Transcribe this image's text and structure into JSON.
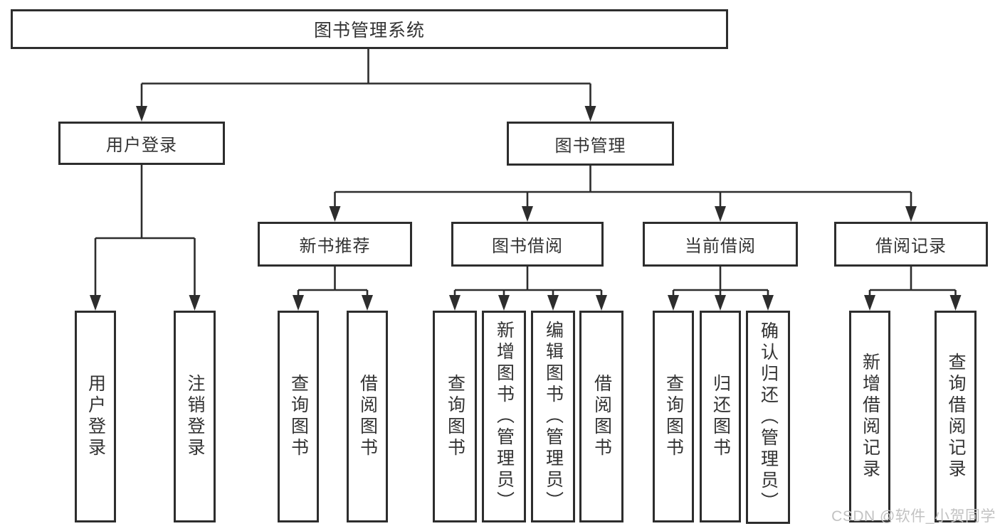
{
  "diagram": {
    "root": {
      "label": "图书管理系统"
    },
    "level2": [
      {
        "label": "用户登录"
      },
      {
        "label": "图书管理"
      }
    ],
    "level3": [
      {
        "label": "新书推荐"
      },
      {
        "label": "图书借阅"
      },
      {
        "label": "当前借阅"
      },
      {
        "label": "借阅记录"
      }
    ],
    "leaves": {
      "userLogin": [
        "用户登录",
        "注销登录"
      ],
      "newBook": [
        "查询图书",
        "借阅图书"
      ],
      "bookBorrow": [
        "查询图书",
        "新增图书（管理员）",
        "编辑图书（管理员）",
        "借阅图书"
      ],
      "currentBorrow": [
        "查询图书",
        "归还图书",
        "确认归还（管理员）"
      ],
      "borrowRecord": [
        "新增借阅记录",
        "查询借阅记录"
      ]
    }
  },
  "watermark": {
    "text": "CSDN @软件_小贺同学",
    "color": "#c2c2c2"
  },
  "colors": {
    "line": "#2d2d2d",
    "border": "#2d2d2d",
    "text": "#333333",
    "background": "#ffffff"
  }
}
